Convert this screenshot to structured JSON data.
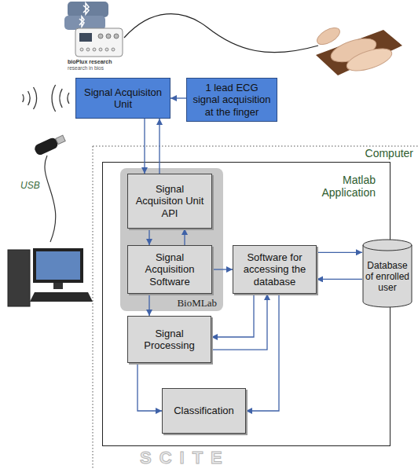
{
  "diagram": {
    "nodes": [
      {
        "text": [
          "Signal Acquisiton Unit"
        ]
      },
      {
        "text": [
          "1 lead ECG signal acquisition at the finger"
        ]
      },
      {
        "text": [
          "Matlab Application"
        ]
      },
      {
        "text": [
          "BioMLab"
        ],
        "in": 2
      },
      {
        "text": [
          "Signal Acquisiton Unit API"
        ],
        "in": 3
      },
      {
        "text": [
          "Signal Acquisition Software"
        ],
        "in": 3
      },
      {
        "text": [
          "Software for accessing the database"
        ],
        "in": 2
      },
      {
        "text": [
          "Database of enrolled user"
        ]
      },
      {
        "text": [
          "Signal Processing"
        ],
        "in": 2
      },
      {
        "text": [
          "Classification"
        ],
        "in": 2
      }
    ],
    "edges": [
      {
        "from": 1,
        "to": 0,
        "arrow": "to"
      },
      {
        "from": 0,
        "to": 4,
        "arrow": "to"
      },
      {
        "from": 4,
        "to": 0,
        "arrow": "to"
      },
      {
        "from": 4,
        "to": 5,
        "arrow": "to"
      },
      {
        "from": 5,
        "to": 4,
        "arrow": "to"
      },
      {
        "from": 5,
        "to": 6,
        "arrow": "to"
      },
      {
        "from": 6,
        "to": 7,
        "arrow": "to"
      },
      {
        "from": 7,
        "to": 6,
        "arrow": "to"
      },
      {
        "from": 5,
        "to": 8,
        "arrow": "to"
      },
      {
        "from": 6,
        "to": 8,
        "arrow": "to"
      },
      {
        "from": 8,
        "to": 6,
        "arrow": "to"
      },
      {
        "from": 8,
        "to": 9,
        "arrow": "to"
      },
      {
        "from": 6,
        "to": 9,
        "arrow": "to"
      }
    ],
    "labels": [
      "bioPlux research",
      "research in bios",
      "Computer",
      "USB",
      "SCITE"
    ]
  }
}
